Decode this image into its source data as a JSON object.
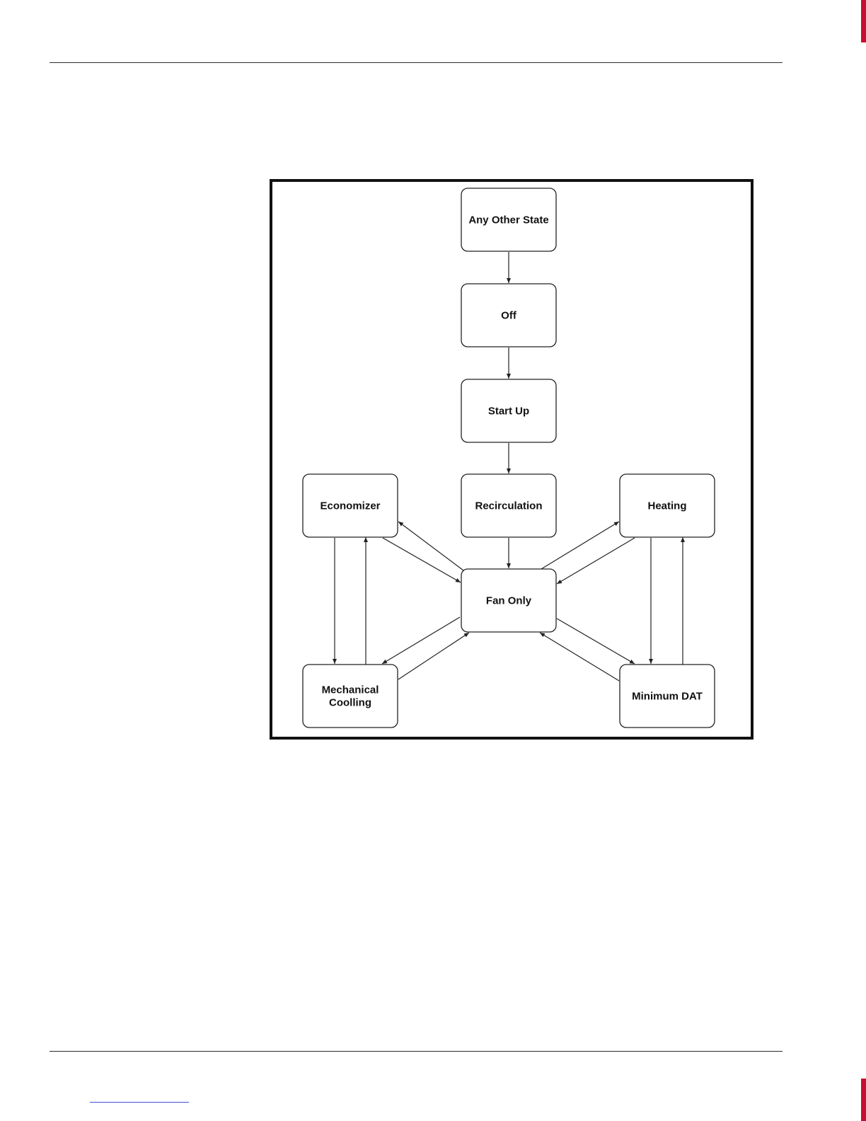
{
  "diagram": {
    "nodes": [
      {
        "id": "any_other",
        "lines": [
          "Any Other State"
        ]
      },
      {
        "id": "off",
        "lines": [
          "Off"
        ]
      },
      {
        "id": "startup",
        "lines": [
          "Start Up"
        ]
      },
      {
        "id": "recirc",
        "lines": [
          "Recirculation"
        ]
      },
      {
        "id": "econ",
        "lines": [
          "Economizer"
        ]
      },
      {
        "id": "heating",
        "lines": [
          "Heating"
        ]
      },
      {
        "id": "fanonly",
        "lines": [
          "Fan Only"
        ]
      },
      {
        "id": "mech",
        "lines": [
          "Mechanical",
          "Coolling"
        ]
      },
      {
        "id": "mindat",
        "lines": [
          "Minimum  DAT"
        ]
      }
    ],
    "edges": [
      {
        "from": "any_other",
        "to": "off"
      },
      {
        "from": "off",
        "to": "startup"
      },
      {
        "from": "startup",
        "to": "recirc"
      },
      {
        "from": "recirc",
        "to": "fanonly"
      },
      {
        "from": "econ",
        "to": "fanonly"
      },
      {
        "from": "fanonly",
        "to": "econ"
      },
      {
        "from": "fanonly",
        "to": "heating"
      },
      {
        "from": "heating",
        "to": "fanonly"
      },
      {
        "from": "fanonly",
        "to": "mech"
      },
      {
        "from": "mech",
        "to": "fanonly"
      },
      {
        "from": "fanonly",
        "to": "mindat"
      },
      {
        "from": "mindat",
        "to": "fanonly"
      },
      {
        "from": "econ",
        "to": "mech"
      },
      {
        "from": "mech",
        "to": "econ"
      },
      {
        "from": "heating",
        "to": "mindat"
      },
      {
        "from": "mindat",
        "to": "heating"
      }
    ]
  }
}
